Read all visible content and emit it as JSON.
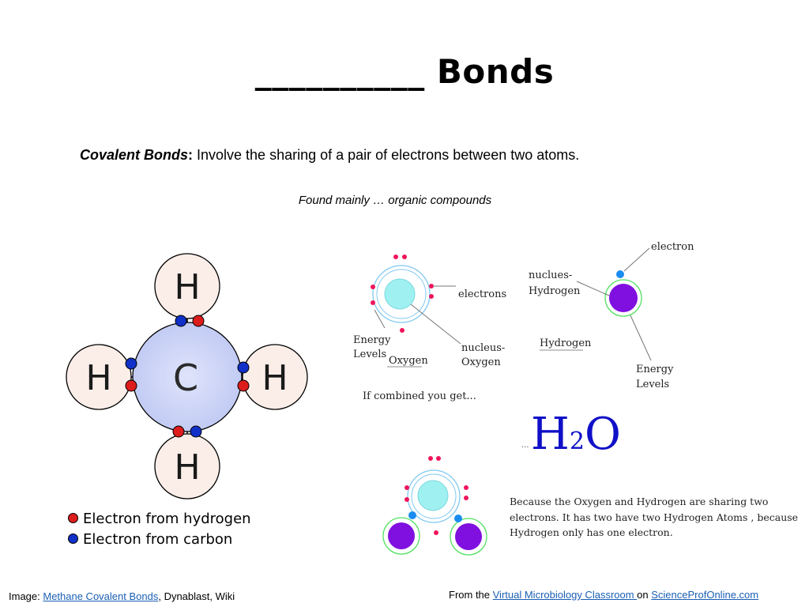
{
  "slide": {
    "title": "__________ Bonds",
    "definition": {
      "term": "Covalent Bonds",
      "colon": ":",
      "text": " Involve the sharing of a pair of electrons between two atoms."
    },
    "found": "Found mainly … organic compounds"
  },
  "methane": {
    "center_symbol": "C",
    "outer_symbol": "H",
    "colors": {
      "hydrogen_electron": "#dd1c1c",
      "carbon_electron": "#1030c8",
      "circle_fill": "#fbeee9",
      "center_fill": "#cdd5f7"
    },
    "legend": [
      {
        "label": "Electron from hydrogen",
        "color": "#dd1c1c"
      },
      {
        "label": "Electron from carbon",
        "color": "#1030c8"
      }
    ]
  },
  "water": {
    "oxygen_labels": {
      "energy_levels": "Energy Levels",
      "electrons": "electrons",
      "nucleus": "nucleus- Oxygen",
      "name": "Oxygen"
    },
    "hydrogen_labels": {
      "electron": "electron",
      "nucleus": "nuclues- Hydrogen",
      "name": "Hydrogen",
      "energy_levels": "Energy Levels"
    },
    "combined": "If combined you get...",
    "formula_h": "H",
    "formula_sub": "2",
    "formula_o": "O",
    "ellipsis": "...",
    "explanation": [
      "Because the Oxygen and Hydrogen are sharing two",
      "electrons. It has two have two Hydrogen Atoms , because",
      "Hydrogen only has one electron."
    ],
    "colors": {
      "oxygen_nucleus": "#9ff0f0",
      "hydrogen_nucleus": "#8010e0",
      "electron_pink": "#f0145a",
      "electron_blue": "#1a8cf0",
      "ring_green": "#50e060",
      "ring_blue": "#80c8f0",
      "formula": "#1010c8"
    }
  },
  "credits": {
    "left_prefix": "Image: ",
    "left_link": "Methane Covalent Bonds",
    "left_suffix": ", Dynablast, Wiki",
    "right_prefix": "From the ",
    "right_link1": "Virtual Microbiology Classroom ",
    "right_middle": "on ",
    "right_link2": "ScienceProfOnline.com"
  }
}
